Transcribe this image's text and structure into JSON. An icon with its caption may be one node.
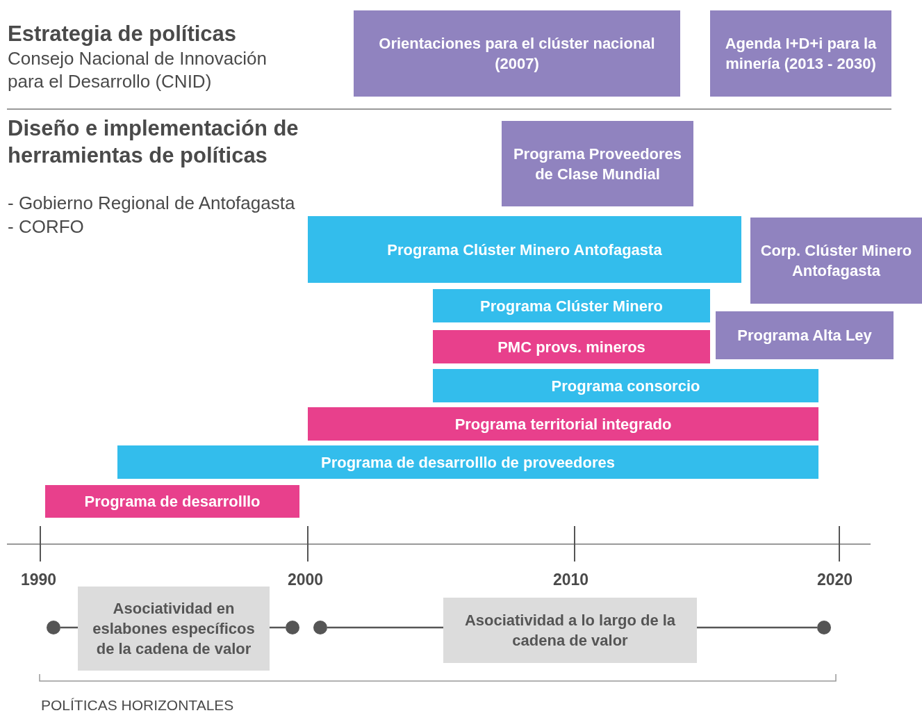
{
  "diagram": {
    "nodes": [
      {
        "text": [
          "Orientaciones para el clúster nacional (2007)"
        ]
      },
      {
        "text": [
          "Agenda I+D+i para la minería (2013 - 2030)"
        ]
      },
      {
        "text": [
          "Programa Proveedores de Clase Mundial"
        ]
      },
      {
        "text": [
          "Programa Clúster Minero Antofagasta"
        ]
      },
      {
        "text": [
          "Corp. Clúster Minero Antofagasta"
        ]
      },
      {
        "text": [
          "Programa Clúster Minero"
        ]
      },
      {
        "text": [
          "Programa Alta Ley"
        ]
      },
      {
        "text": [
          "PMC provs. mineros"
        ]
      },
      {
        "text": [
          "Programa consorcio"
        ]
      },
      {
        "text": [
          "Programa territorial integrado"
        ]
      },
      {
        "text": [
          "Programa de desarrolllo de proveedores"
        ]
      },
      {
        "text": [
          "Programa de desarrolllo"
        ]
      },
      {
        "text": [],
        "shape": "circle"
      },
      {
        "text": [
          "Asociatividad en eslabones específicos de la cadena de valor"
        ]
      },
      {
        "text": [],
        "shape": "circle"
      },
      {
        "text": [],
        "shape": "circle"
      },
      {
        "text": [
          "Asociatividad a lo largo de la cadena de valor"
        ]
      },
      {
        "text": [],
        "shape": "circle"
      }
    ],
    "edges": [
      {
        "from": 12,
        "to": 13,
        "arrow": "none"
      },
      {
        "from": 13,
        "to": 14,
        "arrow": "none"
      },
      {
        "from": 15,
        "to": 16,
        "arrow": "none"
      },
      {
        "from": 16,
        "to": 17,
        "arrow": "none"
      }
    ],
    "labels": [
      "Estrategia de políticas",
      "Consejo Nacional de Innovación para el Desarrollo (CNID)",
      "Diseño e implementación de herramientas de políticas",
      "- Gobierno Regional de Antofagasta",
      "- CORFO",
      "1990",
      "2000",
      "2010",
      "2020",
      "POLÍTICAS HORIZONTALES"
    ]
  }
}
